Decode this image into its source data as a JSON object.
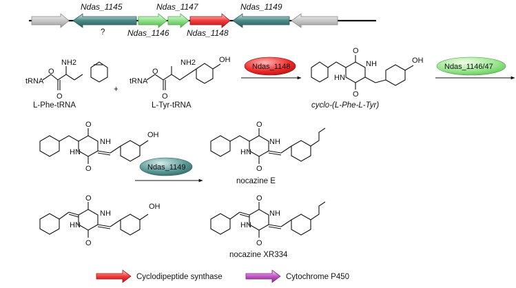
{
  "gene_cluster": {
    "labels": {
      "g1145": "Ndas_1145",
      "g1147": "Ndas_1147",
      "g1149": "Ndas_1149",
      "g1146": "Ndas_1146",
      "g1148": "Ndas_1148",
      "unknown": "?"
    }
  },
  "reaction1": {
    "substrate1": {
      "label": "L-Phe-tRNA",
      "trna": "tRNA",
      "amine": "NH2",
      "oxy": "O"
    },
    "plus": "+",
    "substrate2": {
      "label": "L-Tyr-tRNA",
      "trna": "tRNA",
      "amine": "NH2",
      "oxy": "O",
      "hydroxyl": "OH"
    },
    "enzyme1": "Ndas_1148",
    "product": {
      "label": "cyclo-(L-Phe-L-Tyr)",
      "nh": "NH",
      "hn": "HN",
      "o": "O",
      "hydroxyl": "OH"
    },
    "enzyme2": "Ndas_1146/47"
  },
  "reaction2": {
    "enzyme": "Ndas_1149",
    "product1": {
      "label": "nocazine E"
    },
    "product2": {
      "label": "nocazine XR334"
    },
    "atoms": {
      "nh": "NH",
      "hn": "HN",
      "o": "O",
      "oh": "OH"
    }
  },
  "legend": {
    "items": [
      {
        "label": "Cyclodipeptide synthase",
        "color": "#e8262a"
      },
      {
        "label": "Cytochrome P450",
        "color": "#a23aa6"
      }
    ]
  },
  "colors": {
    "gray_gene": "#bfbfbf",
    "teal_gene": "#3d7a78",
    "green_gene": "#7ed87a",
    "red_gene": "#e8262a"
  }
}
